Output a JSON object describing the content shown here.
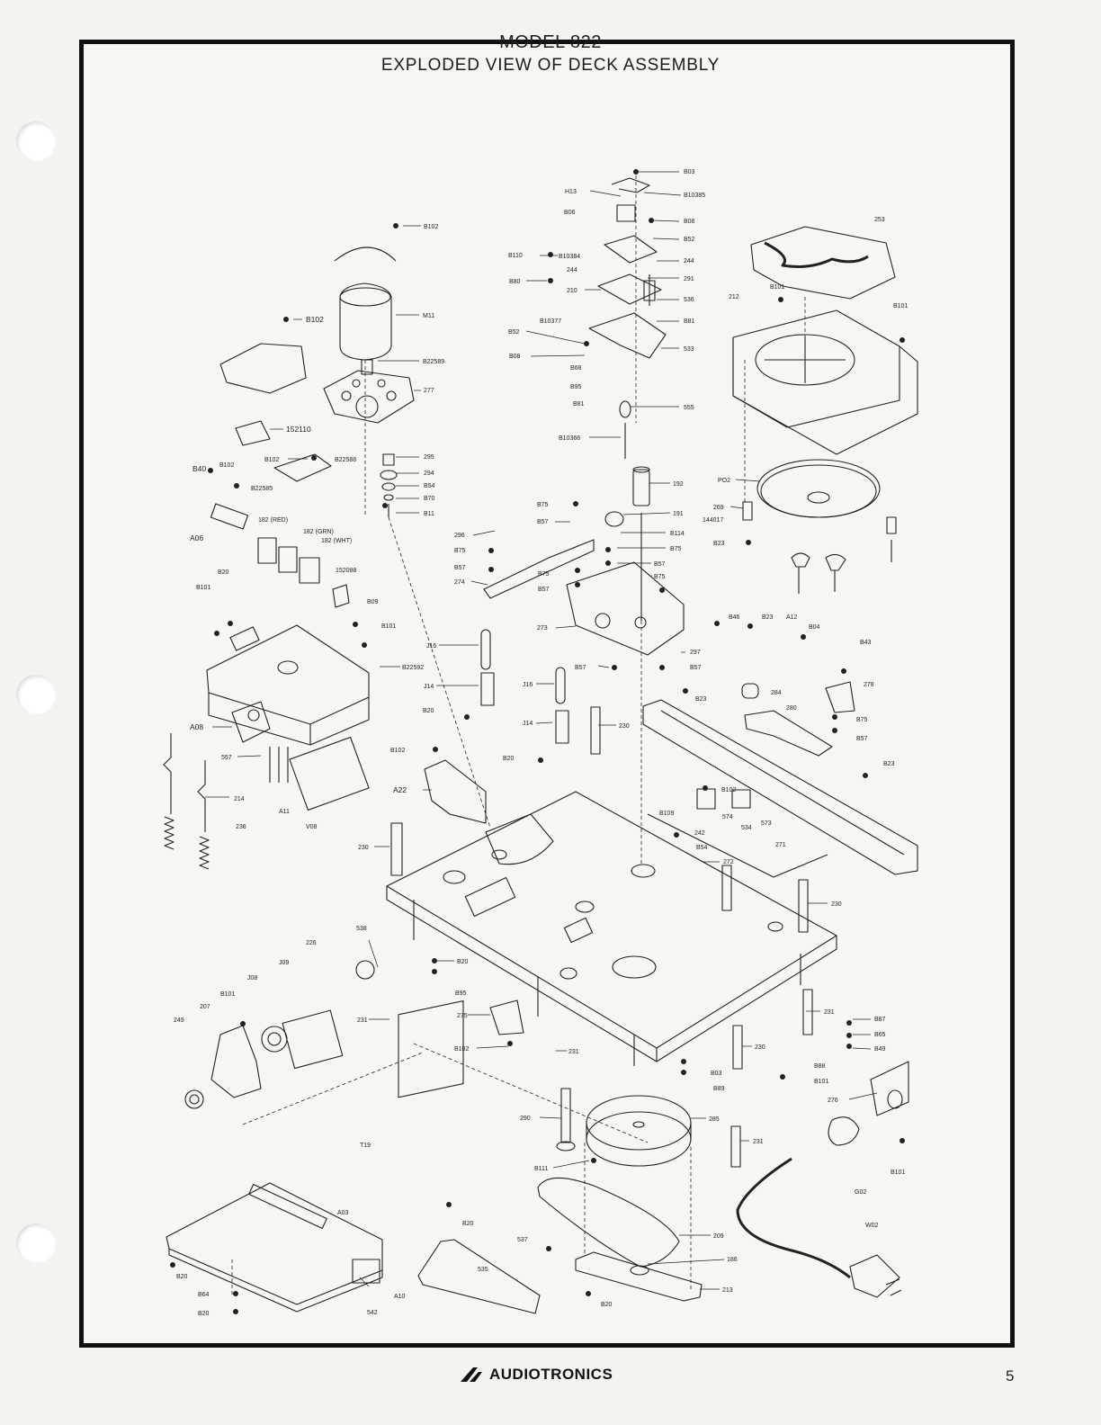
{
  "title": {
    "line1": "MODEL 822",
    "line2": "EXPLODED VIEW OF DECK ASSEMBLY"
  },
  "footer": {
    "brand": "AUDIOTRONICS",
    "page_number": "5"
  },
  "part_labels": {
    "l001": "B03",
    "l002": "H13",
    "l003": "B10385",
    "l004": "B06",
    "l005": "B08",
    "l006": "B52",
    "l007": "B102",
    "l008": "253",
    "l009": "B110",
    "l010": "B10384",
    "l011": "244",
    "l012": "244",
    "l013": "B80",
    "l014": "291",
    "l015": "210",
    "l016": "536",
    "l017": "B101",
    "l018": "212",
    "l019": "B101",
    "l020": "B10377",
    "l021": "B81",
    "l022": "B102",
    "l023": "M11",
    "l024": "B52",
    "l025": "533",
    "l026": "B08",
    "l027": "B22589",
    "l028": "B68",
    "l029": "B95",
    "l030": "277",
    "l031": "B81",
    "l032": "555",
    "l033": "152110",
    "l034": "B10366",
    "l035": "295",
    "l036": "294",
    "l037": "B54",
    "l038": "B70",
    "l039": "B11",
    "l040": "B102",
    "l041": "B22588",
    "l042": "B40",
    "l043": "B102",
    "l044": "B22585",
    "l045": "192",
    "l046": "PO2",
    "l047": "269",
    "l048": "144017",
    "l049": "B23",
    "l050": "B75",
    "l051": "B57",
    "l052": "191",
    "l053": "182 (RED)",
    "l054": "182 (GRN)",
    "l055": "182 (WHT)",
    "l056": "A06",
    "l057": "296",
    "l058": "B75",
    "l059": "B57",
    "l060": "274",
    "l061": "B114",
    "l062": "B75",
    "l063": "B57",
    "l064": "B75",
    "l065": "B57",
    "l066": "B75",
    "l067": "152088",
    "l068": "B20",
    "l069": "B101",
    "l070": "B09",
    "l071": "B101",
    "l072": "273",
    "l073": "B46",
    "l074": "B23",
    "l075": "A12",
    "l076": "B04",
    "l077": "B43",
    "l078": "J16",
    "l079": "B22592",
    "l080": "B57",
    "l081": "297",
    "l082": "B57",
    "l083": "J14",
    "l084": "J16",
    "l085": "B23",
    "l086": "284",
    "l087": "278",
    "l088": "B20",
    "l089": "280",
    "l090": "B75",
    "l091": "A08",
    "l092": "J14",
    "l093": "230",
    "l094": "B57",
    "l095": "557",
    "l096": "B102",
    "l097": "B20",
    "l098": "B23",
    "l099": "B102",
    "l100": "214",
    "l101": "A11",
    "l102": "A22",
    "l103": "574",
    "l104": "B109",
    "l105": "534",
    "l106": "573",
    "l107": "236",
    "l108": "V08",
    "l109": "242",
    "l110": "271",
    "l111": "B54",
    "l112": "230",
    "l113": "272",
    "l114": "230",
    "l115": "538",
    "l116": "226",
    "l117": "B20",
    "l118": "J09",
    "l119": "J08",
    "l120": "B95",
    "l121": "B101",
    "l122": "231",
    "l123": "207",
    "l124": "231",
    "l125": "B87",
    "l126": "249",
    "l127": "275",
    "l128": "B65",
    "l129": "B49",
    "l130": "B102",
    "l131": "231",
    "l132": "230",
    "l133": "B03",
    "l134": "B88",
    "l135": "B89",
    "l136": "B101",
    "l137": "276",
    "l138": "290",
    "l139": "285",
    "l140": "T19",
    "l141": "231",
    "l142": "B111",
    "l143": "B101",
    "l144": "G02",
    "l145": "A03",
    "l146": "B20",
    "l147": "W02",
    "l148": "537",
    "l149": "209",
    "l150": "186",
    "l151": "535",
    "l152": "B20",
    "l153": "213",
    "l154": "A10",
    "l155": "B64",
    "l156": "B20",
    "l157": "542",
    "l158": "B20"
  }
}
